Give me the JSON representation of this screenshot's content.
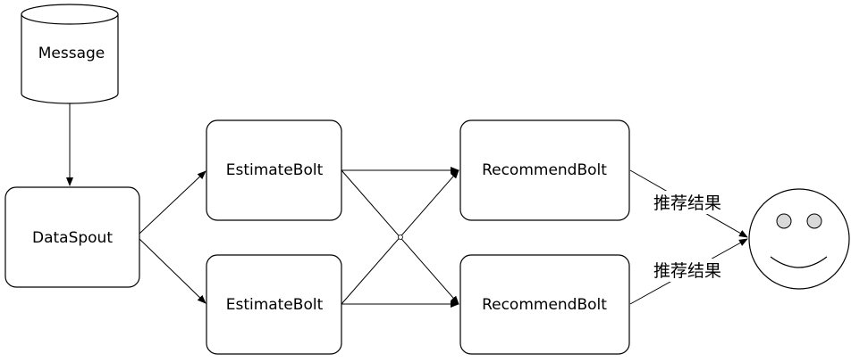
{
  "nodes": {
    "message": {
      "label": "Message"
    },
    "spout": {
      "label": "DataSpout"
    },
    "estimate_top": {
      "label": "EstimateBolt"
    },
    "estimate_bottom": {
      "label": "EstimateBolt"
    },
    "recommend_top": {
      "label": "RecommendBolt"
    },
    "recommend_bottom": {
      "label": "RecommendBolt"
    }
  },
  "edge_labels": {
    "result_top": "推荐结果",
    "result_bottom": "推荐结果"
  },
  "icons": {
    "user": "smiley-face-icon",
    "source": "database-cylinder-icon"
  },
  "colors": {
    "stroke": "#000000",
    "fill": "#ffffff",
    "eye_fill": "#d9d9d9"
  }
}
